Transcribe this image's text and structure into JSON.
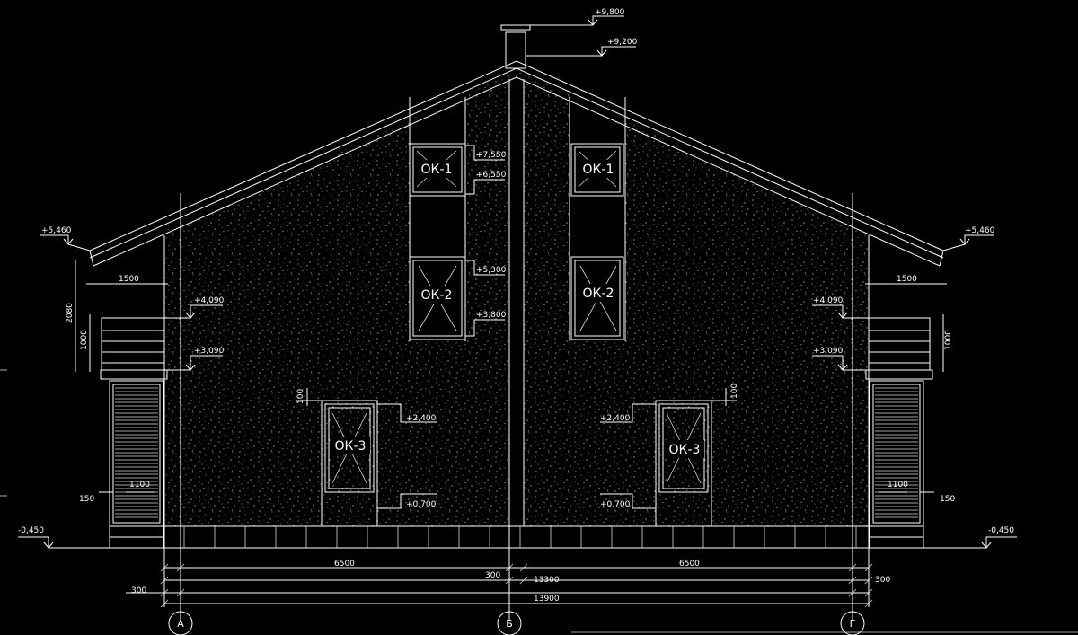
{
  "levels": {
    "chimney_top": "+9,800",
    "ridge": "+9,200",
    "eave_left": "+5,460",
    "eave_right": "+5,460",
    "ok1_top": "+7,550",
    "ok1_bottom": "+6,550",
    "ok2_top": "+5,300",
    "ok2_bottom": "+3,800",
    "porch_top_left": "+4,090",
    "porch_bottom_left": "+3,090",
    "porch_top_right": "+4,090",
    "porch_bottom_right": "+3,090",
    "door_top_left": "+2,400",
    "door_bottom_left": "+0,700",
    "door_top_right": "+2,400",
    "door_bottom_right": "+0,700",
    "ground_left": "-0,450",
    "ground_right": "-0,450"
  },
  "windows": {
    "ok1_left": "ОК-1",
    "ok1_right": "ОК-1",
    "ok2_left": "ОК-2",
    "ok2_right": "ОК-2",
    "ok3_left": "ОК-3",
    "ok3_right": "ОК-3"
  },
  "dims": {
    "overhang_left": "1500",
    "overhang_right": "1500",
    "height_2080": "2080",
    "rail_left": "1000",
    "rail_right": "1000",
    "door_gap_left": "100",
    "door_gap_right": "100",
    "step_left": "150",
    "step_right": "150",
    "panel_left": "1100",
    "panel_right": "1100",
    "span_left": "6500",
    "span_right": "6500",
    "mid_gap": "300",
    "total_inner": "13300",
    "offset_left": "300",
    "offset_right": "300",
    "total_outer": "13900"
  },
  "axes": {
    "a": "А",
    "b": "Б",
    "g": "Г"
  },
  "colors": {
    "background": "#000000",
    "lines": "#ffffff"
  }
}
